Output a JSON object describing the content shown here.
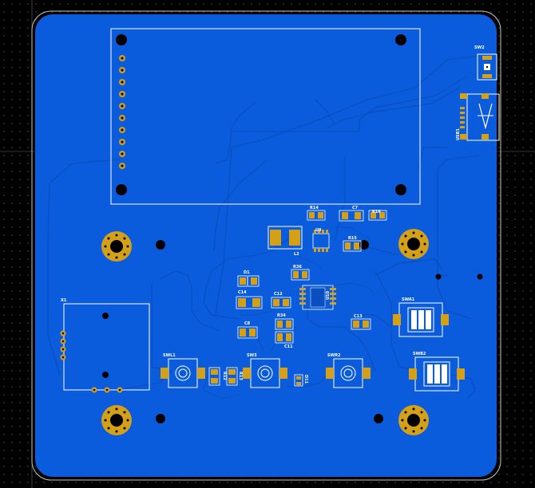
{
  "board": {
    "background": "#000000",
    "copper_color": "#0b5cdc",
    "trace_color": "#0a4fbf",
    "pad_color": "#d4a017",
    "silk_color": "#ffffff",
    "hole_color": "#000000"
  },
  "designators": {
    "sw2": "SW2",
    "usb1": "USB1",
    "x1": "X1",
    "l2": "L2",
    "r14": "R14",
    "c7": "C7",
    "r16": "R16",
    "u9": "U9",
    "r15": "R15",
    "d1": "D1",
    "r36": "R36",
    "c14": "C14",
    "c12": "C12",
    "u10": "U10",
    "r34": "R34",
    "c8": "C8",
    "c11": "C11",
    "c13": "C13",
    "swa1": "SWA1",
    "swb2": "SWB2",
    "swl1": "SWL1",
    "sw3": "SW3",
    "swr2": "SWR2",
    "r12": "R12",
    "r13": "R13",
    "d11": "D11"
  }
}
